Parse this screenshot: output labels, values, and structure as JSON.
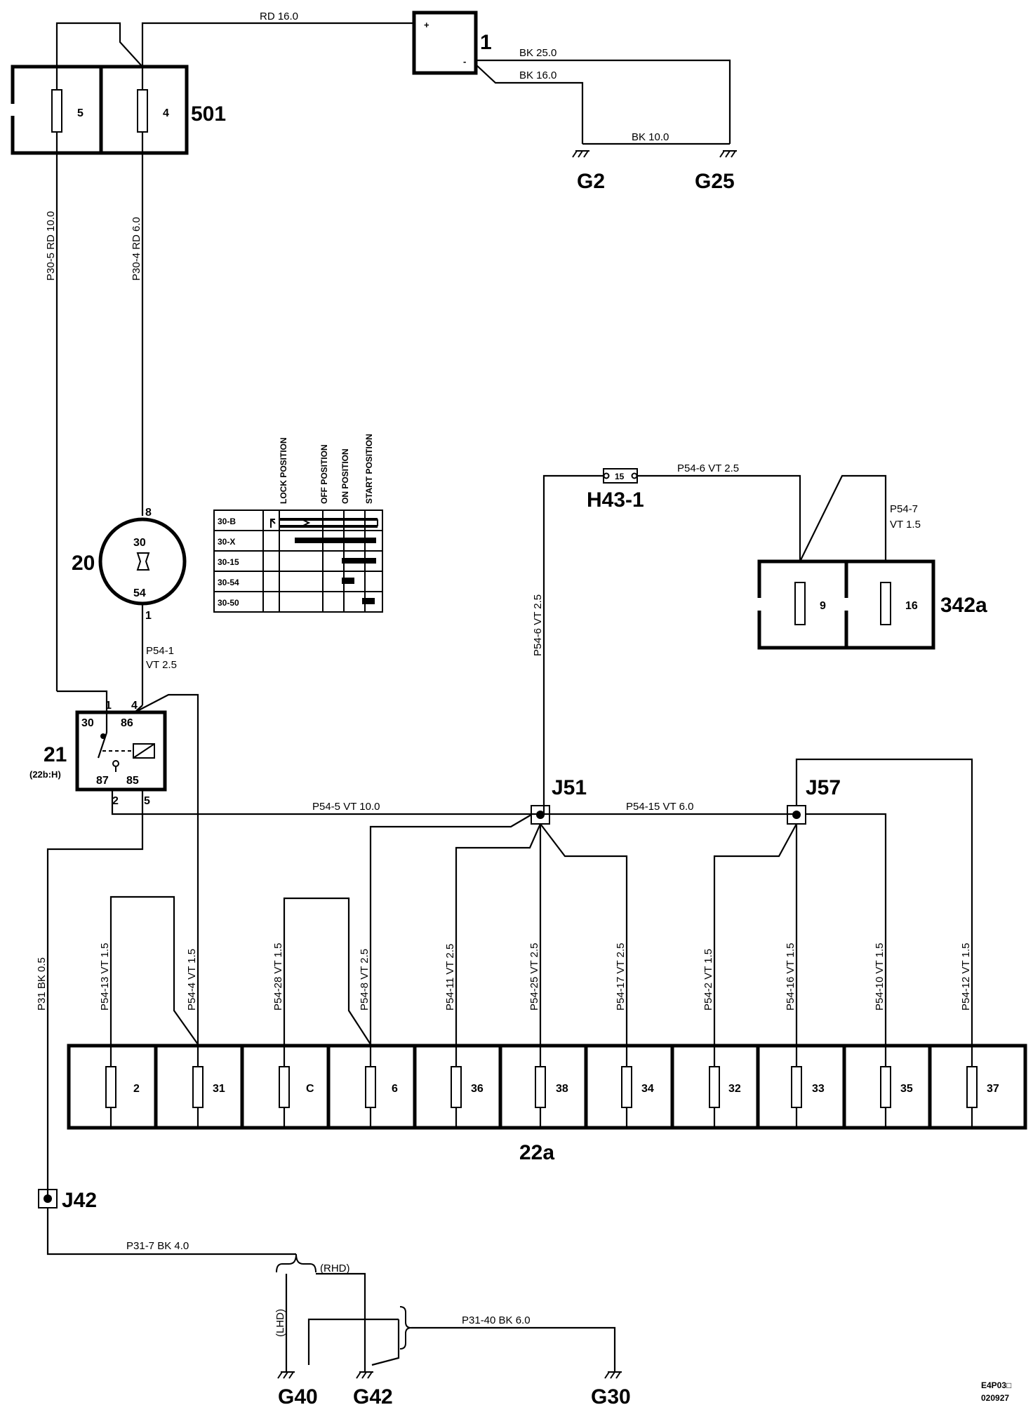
{
  "battery": {
    "id": "1",
    "plus": "+",
    "minus": "-"
  },
  "wires": {
    "rd16": "RD  16.0",
    "bk25": "BK  25.0",
    "bk16": "BK  16.0",
    "bk10": "BK  10.0",
    "p30_5": "P30-5  RD  10.0",
    "p30_4": "P30-4  RD  6.0",
    "p54_6a": "P54-6  VT  2.5",
    "p54_7a": "P54-7",
    "p54_7b": "VT  1.5",
    "p54_6v": "P54-6  VT  2.5",
    "p54_1a": "P54-1",
    "p54_1b": "VT  2.5",
    "p54_5": "P54-5  VT  10.0",
    "p54_15": "P54-15  VT  6.0",
    "p31": "P31  BK  0.5",
    "p31_7": "P31-7  BK  4.0",
    "p31_40": "P31-40  BK  6.0",
    "p54_13": "P54-13  VT  1.5",
    "p54_4": "P54-4  VT  1.5",
    "p54_28": "P54-28  VT  1.5",
    "p54_8": "P54-8  VT  2.5",
    "p54_11": "P54-11  VT  2.5",
    "p54_25": "P54-25  VT  2.5",
    "p54_17": "P54-17  VT  2.5",
    "p54_2": "P54-2  VT  1.5",
    "p54_16": "P54-16  VT  1.5",
    "p54_10": "P54-10  VT  1.5",
    "p54_12": "P54-12  VT  1.5"
  },
  "grounds": {
    "g2": "G2",
    "g25": "G25",
    "g40": "G40",
    "g42": "G42",
    "g30": "G30"
  },
  "fusebox_501": {
    "label": "501",
    "fuses": [
      "5",
      "4"
    ]
  },
  "fusebox_342a": {
    "label": "342a",
    "fuses": [
      "9",
      "16"
    ]
  },
  "fusebox_22a": {
    "label": "22a",
    "fuses": [
      "2",
      "31",
      "C",
      "6",
      "36",
      "38",
      "34",
      "32",
      "33",
      "35",
      "37"
    ]
  },
  "ignition": {
    "id": "20",
    "t30": "30",
    "t54": "54",
    "pin8": "8",
    "pin1": "1"
  },
  "relay": {
    "id": "21",
    "sub": "(22b:H)",
    "t30": "30",
    "t86": "86",
    "t87": "87",
    "t85": "85",
    "p1": "1",
    "p4": "4",
    "p2": "2",
    "p5": "5"
  },
  "junctions": {
    "j51": "J51",
    "j57": "J57",
    "j42": "J42"
  },
  "fuse_h43": {
    "label": "H43-1",
    "num": "15"
  },
  "switch_table": {
    "positions": [
      "LOCK POSITION",
      "OFF POSITION",
      "ON POSITION",
      "START POSITION"
    ],
    "rows": [
      "30-B",
      "30-X",
      "30-15",
      "30-54",
      "30-50"
    ]
  },
  "variants": {
    "lhd": "(LHD)",
    "rhd": "(RHD)"
  },
  "doc_code": {
    "line1": "E4P03□",
    "line2": "020927"
  }
}
